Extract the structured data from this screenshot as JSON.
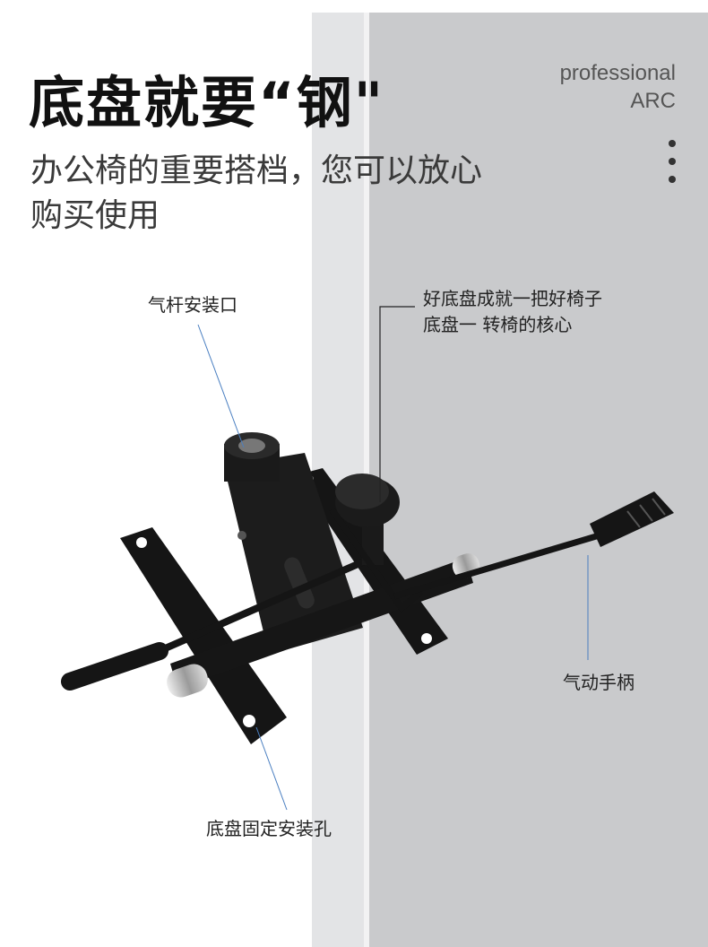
{
  "headline": "底盘就要“钢\"",
  "subline": "办公椅的重要搭档，您可以放心购买使用",
  "brand": {
    "line1": "professional",
    "line2": "ARC"
  },
  "callouts": {
    "gas_lift_port": "气杆安装口",
    "core_line1": "好底盘成就一把好椅子",
    "core_line2": "底盘一 转椅的核心",
    "gas_handle": "气动手柄",
    "mounting_holes": "底盘固定安装孔"
  },
  "colors": {
    "leader_line": "#4a7fc1",
    "metal": "#151515",
    "panel_dark": "#c9cacc"
  },
  "icons": [
    "more-vertical-icon"
  ]
}
